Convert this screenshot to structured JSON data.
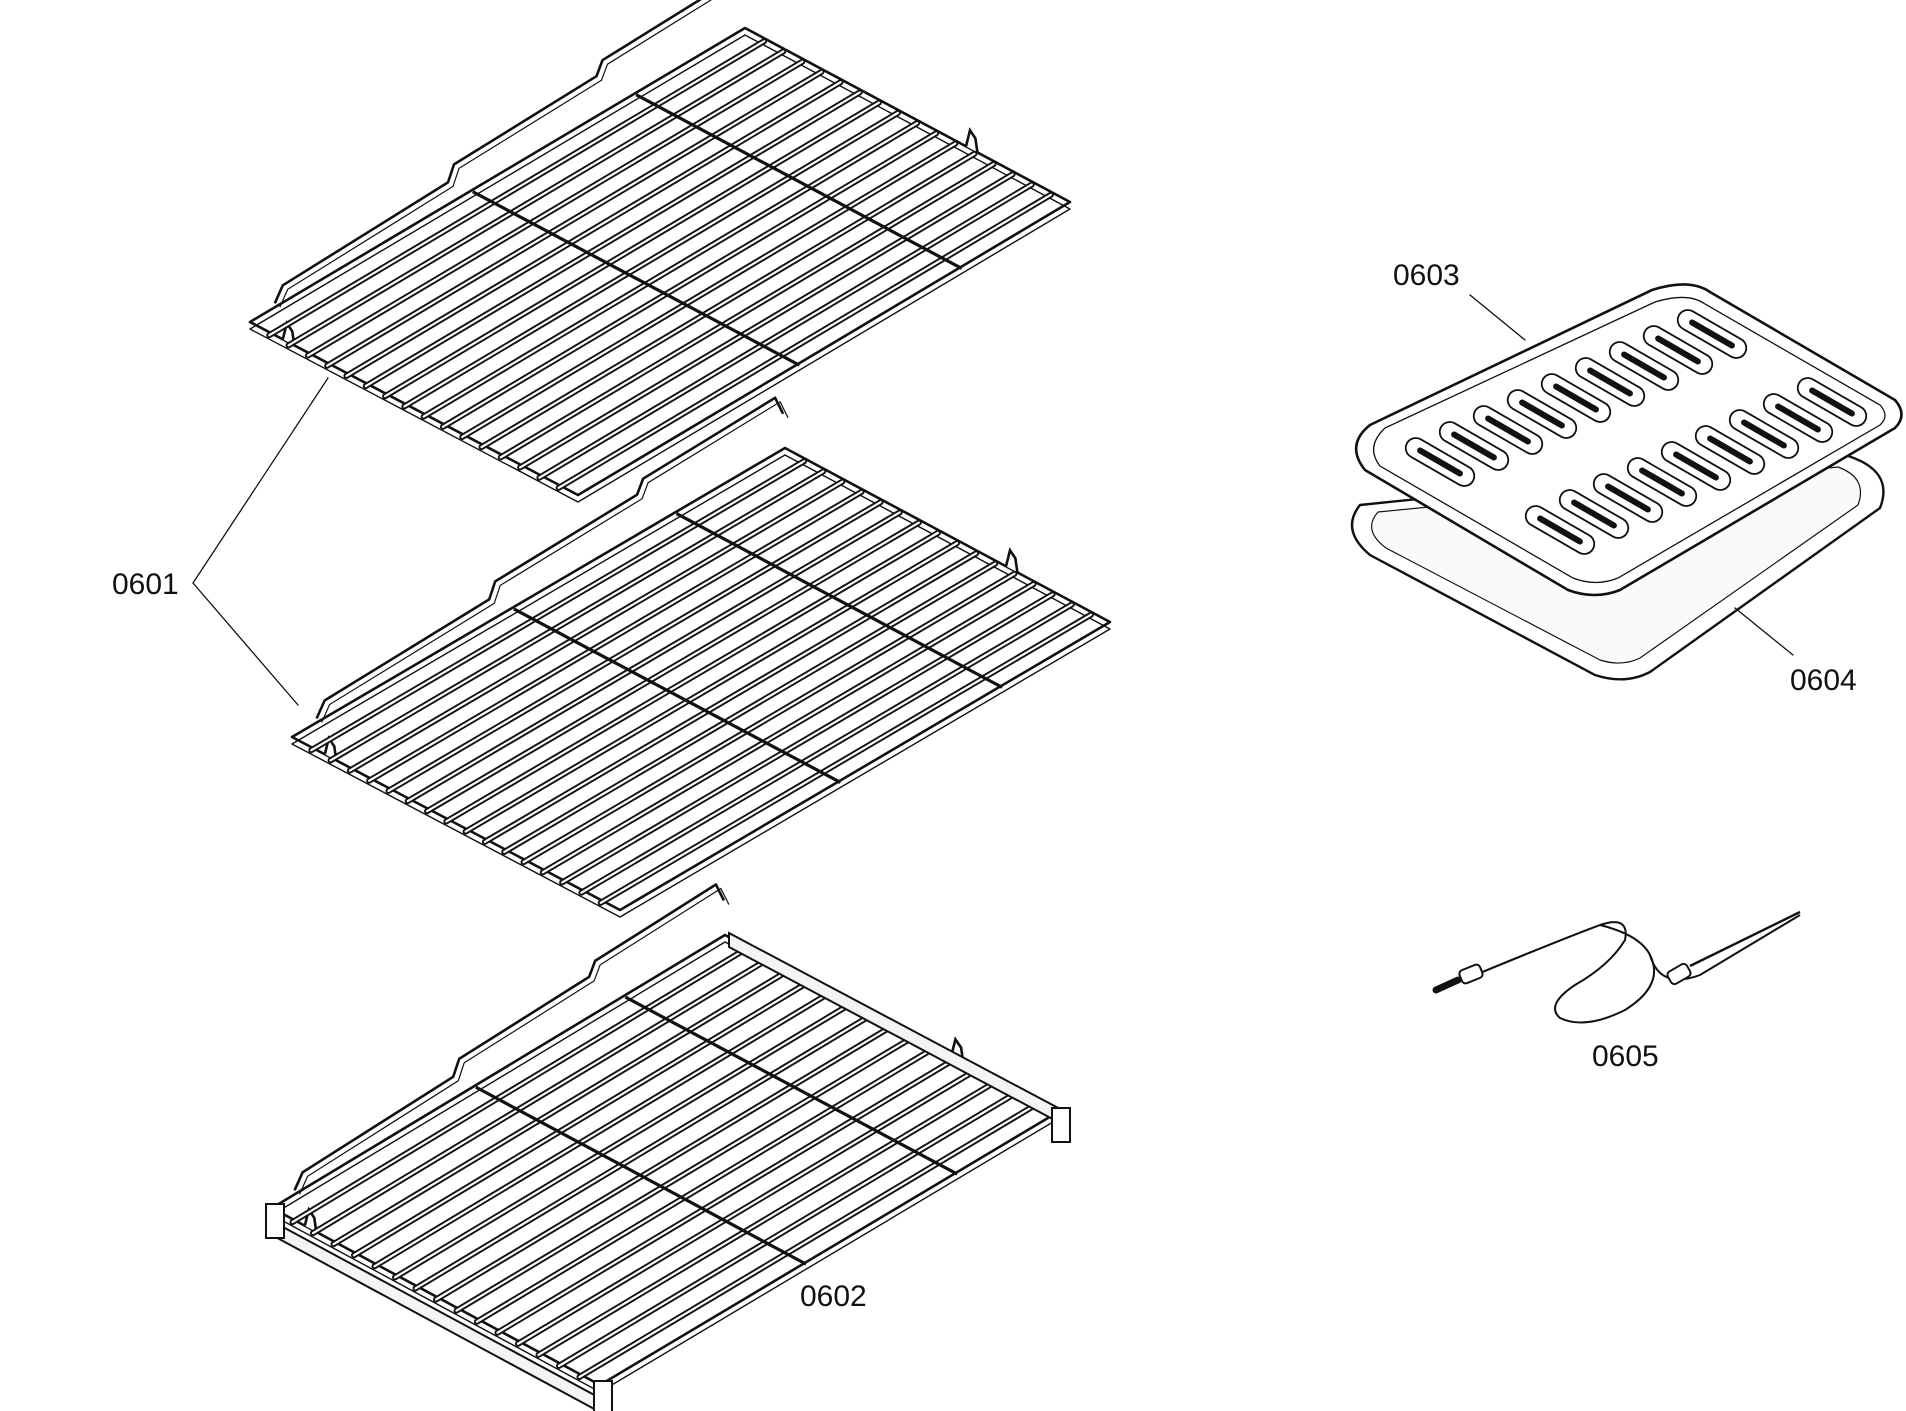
{
  "parts": [
    {
      "id": "rack",
      "label": "0601"
    },
    {
      "id": "telescopic-rack",
      "label": "0602"
    },
    {
      "id": "broiler-grid",
      "label": "0603"
    },
    {
      "id": "broiler-pan",
      "label": "0604"
    },
    {
      "id": "meat-probe",
      "label": "0605"
    }
  ],
  "colors": {
    "line": "#111111",
    "background": "#ffffff"
  }
}
